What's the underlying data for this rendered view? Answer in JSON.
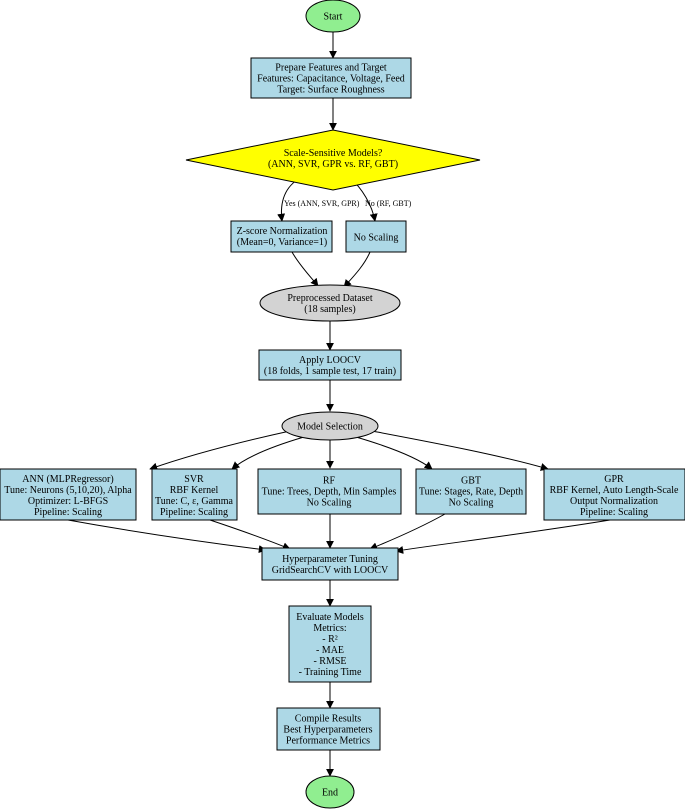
{
  "colors": {
    "terminal": "#90ee90",
    "process": "#add8e6",
    "decision": "#ffff00",
    "data": "#d3d3d3",
    "stroke": "#000000"
  },
  "nodes": {
    "start": [
      "Start"
    ],
    "prepare": [
      "Prepare Features and Target",
      "Features: Capacitance, Voltage, Feed",
      "Target: Surface Roughness"
    ],
    "decision": [
      "Scale-Sensitive Models?",
      "(ANN, SVR, GPR vs. RF, GBT)"
    ],
    "zscore": [
      "Z-score Normalization",
      "(Mean=0, Variance=1)"
    ],
    "noscaling": [
      "No Scaling"
    ],
    "preprocessed": [
      "Preprocessed Dataset",
      "(18 samples)"
    ],
    "loocv": [
      "Apply LOOCV",
      "(18 folds, 1 sample test, 17 train)"
    ],
    "modelsel": [
      "Model Selection"
    ],
    "ann": [
      "ANN (MLPRegressor)",
      "Tune: Neurons (5,10,20), Alpha",
      "Optimizer: L-BFGS",
      "Pipeline: Scaling"
    ],
    "svr": [
      "SVR",
      "RBF Kernel",
      "Tune: C, ε, Gamma",
      "Pipeline: Scaling"
    ],
    "rf": [
      "RF",
      "Tune: Trees, Depth, Min Samples",
      "No Scaling"
    ],
    "gbt": [
      "GBT",
      "Tune: Stages, Rate, Depth",
      "No Scaling"
    ],
    "gpr": [
      "GPR",
      "RBF Kernel, Auto Length-Scale",
      "Output Normalization",
      "Pipeline: Scaling"
    ],
    "hyper": [
      "Hyperparameter Tuning",
      "GridSearchCV with LOOCV"
    ],
    "evaluate": [
      "Evaluate Models",
      "Metrics:",
      "- R²",
      "- MAE",
      "- RMSE",
      "- Training Time"
    ],
    "compile": [
      "Compile Results",
      "Best Hyperparameters",
      "Performance Metrics"
    ],
    "end": [
      "End"
    ]
  },
  "edge_labels": {
    "yes": "Yes (ANN, SVR, GPR)",
    "no": "No (RF, GBT)"
  }
}
